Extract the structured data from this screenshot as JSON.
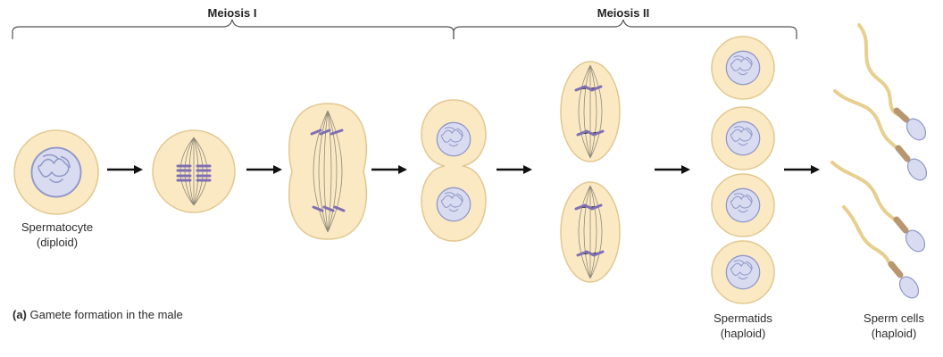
{
  "phases": {
    "meiosis1": "Meiosis I",
    "meiosis2": "Meiosis II"
  },
  "labels": {
    "spermatocyte": "Spermatocyte",
    "spermatocyte_ploidy": "(diploid)",
    "spermatids": "Spermatids",
    "spermatids_ploidy": "(haploid)",
    "sperm": "Sperm cells",
    "sperm_ploidy": "(haploid)"
  },
  "caption": {
    "tag": "(a)",
    "text": "Gamete formation in the male"
  },
  "colors": {
    "cell_fill": "#fbe9c4",
    "cell_outline": "#e2c88f",
    "nucleus_fill": "#d9dcf0",
    "nucleus_outline": "#8f97c9",
    "chromosome": "#7f6fb3",
    "spindle": "#8f8a7a",
    "tail": "#e7cf8f",
    "midpiece": "#b89670",
    "arrow": "#111111",
    "bracket": "#555555"
  }
}
